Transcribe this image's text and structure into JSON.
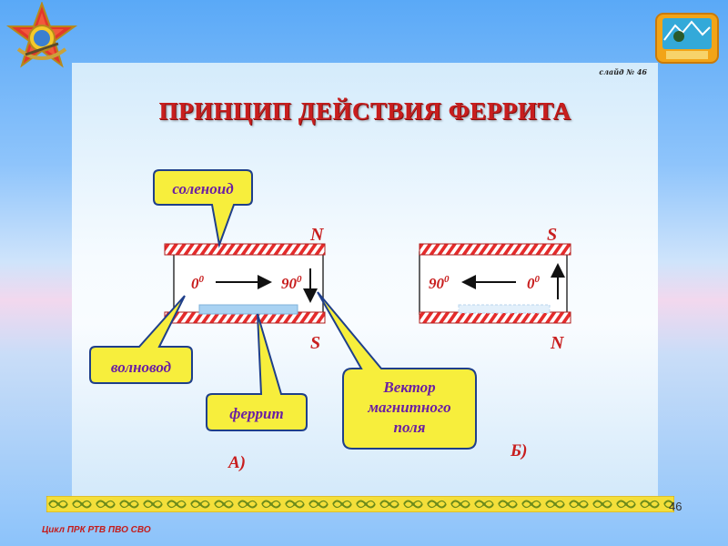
{
  "slide": {
    "number_label": "слайд № 46",
    "title": "ПРИНЦИП ДЕЙСТВИЯ ФЕРРИТА"
  },
  "diagram": {
    "callouts": {
      "solenoid": "соленоид",
      "waveguide": "волновод",
      "ferrite": "феррит",
      "field_vector_line1": "Вектор",
      "field_vector_line2": "магнитного",
      "field_vector_line3": "поля"
    },
    "panel_a": {
      "caption": "А)",
      "pole_top": "N",
      "pole_bottom": "S",
      "angle_left": "0",
      "angle_left_sup": "0",
      "angle_right": "90",
      "angle_right_sup": "0"
    },
    "panel_b": {
      "caption": "Б)",
      "pole_top": "S",
      "pole_bottom": "N",
      "angle_left": "90",
      "angle_left_sup": "0",
      "angle_right": "0",
      "angle_right_sup": "0"
    },
    "colors": {
      "callout_fill": "#f7ee3c",
      "callout_text": "#6a1fa3",
      "label_red": "#c81e1e",
      "ferrite_fill": "#a9d2f2",
      "stripe_red": "#e52b2b"
    }
  },
  "page_number": "46",
  "footer": "Цикл ПРК РТВ ПВО СВО"
}
